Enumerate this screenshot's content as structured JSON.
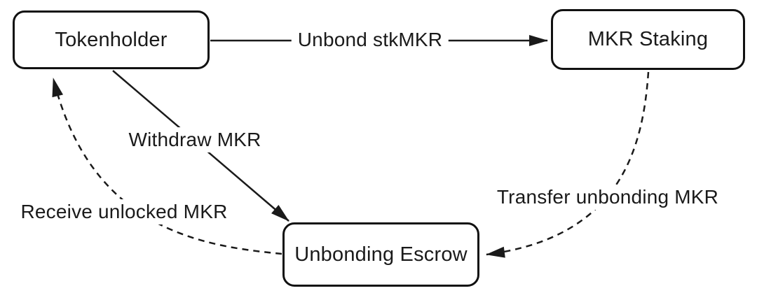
{
  "diagram": {
    "colors": {
      "ink": "#1a1a1a",
      "background": "#ffffff"
    },
    "nodes": [
      {
        "id": "tokenholder",
        "label": "Tokenholder"
      },
      {
        "id": "mkr-staking",
        "label": "MKR Staking"
      },
      {
        "id": "unbonding-escrow",
        "label": "Unbonding Escrow"
      }
    ],
    "edges": [
      {
        "from": "tokenholder",
        "to": "mkr-staking",
        "label": "Unbond stkMKR",
        "style": "solid"
      },
      {
        "from": "tokenholder",
        "to": "unbonding-escrow",
        "label": "Withdraw MKR",
        "style": "solid"
      },
      {
        "from": "mkr-staking",
        "to": "unbonding-escrow",
        "label": "Transfer unbonding MKR",
        "style": "dashed"
      },
      {
        "from": "unbonding-escrow",
        "to": "tokenholder",
        "label": "Receive unlocked MKR",
        "style": "dashed"
      }
    ]
  }
}
